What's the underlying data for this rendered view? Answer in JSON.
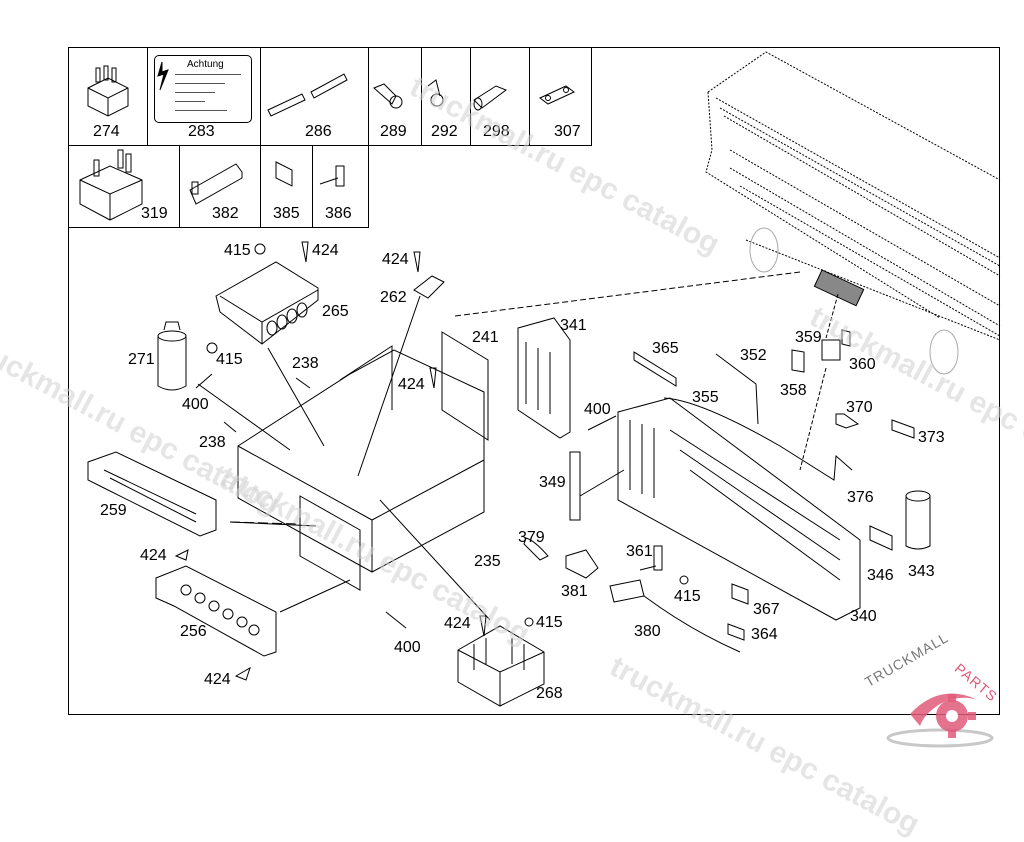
{
  "diagram": {
    "title": "Parts diagram - electrical distribution box",
    "sub_parts_row1": [
      {
        "id": "274",
        "label": "274",
        "icon": "relay-icon"
      },
      {
        "id": "283",
        "label": "283",
        "icon": "warning-label-icon"
      },
      {
        "id": "286",
        "label": "286",
        "icon": "connector-sleeve-icon"
      },
      {
        "id": "289",
        "label": "289",
        "icon": "ring-terminal-icon"
      },
      {
        "id": "292",
        "label": "292",
        "icon": "angled-ring-terminal-icon"
      },
      {
        "id": "298",
        "label": "298",
        "icon": "tube-sleeve-icon"
      },
      {
        "id": "307",
        "label": "307",
        "icon": "flat-lug-icon"
      }
    ],
    "sub_parts_row2": [
      {
        "id": "319",
        "label": "319",
        "icon": "large-relay-icon"
      },
      {
        "id": "382",
        "label": "382",
        "icon": "fuse-holder-icon"
      },
      {
        "id": "385",
        "label": "385",
        "icon": "small-bracket-icon"
      },
      {
        "id": "386",
        "label": "386",
        "icon": "pin-bracket-icon"
      }
    ],
    "warning_label": {
      "title": "Achtung"
    },
    "callouts": [
      {
        "label": "415",
        "part": "nut"
      },
      {
        "label": "424",
        "part": "screw"
      },
      {
        "label": "265",
        "part": "relay-box"
      },
      {
        "label": "424",
        "part": "screw"
      },
      {
        "label": "262",
        "part": "bracket"
      },
      {
        "label": "271",
        "part": "capacitor"
      },
      {
        "label": "415",
        "part": "nut"
      },
      {
        "label": "238",
        "part": "bolt"
      },
      {
        "label": "400",
        "part": "bolt"
      },
      {
        "label": "424",
        "part": "screw"
      },
      {
        "label": "241",
        "part": "panel"
      },
      {
        "label": "238",
        "part": "bolt"
      },
      {
        "label": "341",
        "part": "fuse-board"
      },
      {
        "label": "365",
        "part": "strap"
      },
      {
        "label": "352",
        "part": "cable"
      },
      {
        "label": "359",
        "part": "relay"
      },
      {
        "label": "358",
        "part": "cover"
      },
      {
        "label": "360",
        "part": "bracket"
      },
      {
        "label": "400",
        "part": "bolt"
      },
      {
        "label": "355",
        "part": "cable"
      },
      {
        "label": "370",
        "part": "bracket"
      },
      {
        "label": "373",
        "part": "plate"
      },
      {
        "label": "259",
        "part": "front-panel"
      },
      {
        "label": "349",
        "part": "terminal-strip"
      },
      {
        "label": "376",
        "part": "clip"
      },
      {
        "label": "379",
        "part": "connector"
      },
      {
        "label": "361",
        "part": "bracket"
      },
      {
        "label": "424",
        "part": "screw"
      },
      {
        "label": "235",
        "part": "housing"
      },
      {
        "label": "381",
        "part": "connector-housing"
      },
      {
        "label": "346",
        "part": "bracket"
      },
      {
        "label": "343",
        "part": "capacitor"
      },
      {
        "label": "415",
        "part": "nut"
      },
      {
        "label": "367",
        "part": "bracket"
      },
      {
        "label": "340",
        "part": "central-electrical-board"
      },
      {
        "label": "256",
        "part": "socket-panel"
      },
      {
        "label": "424",
        "part": "screw"
      },
      {
        "label": "415",
        "part": "nut"
      },
      {
        "label": "380",
        "part": "cable"
      },
      {
        "label": "364",
        "part": "bracket"
      },
      {
        "label": "400",
        "part": "bolt"
      },
      {
        "label": "424",
        "part": "screw"
      },
      {
        "label": "268",
        "part": "fuse-holder"
      }
    ],
    "watermark": "truckmall.ru epc catalog",
    "logo": {
      "text_main": "TRUCKMALL",
      "text_accent": "PARTS",
      "accent_color": "#e05a7a",
      "ring_color": "#c8c8c8"
    }
  }
}
